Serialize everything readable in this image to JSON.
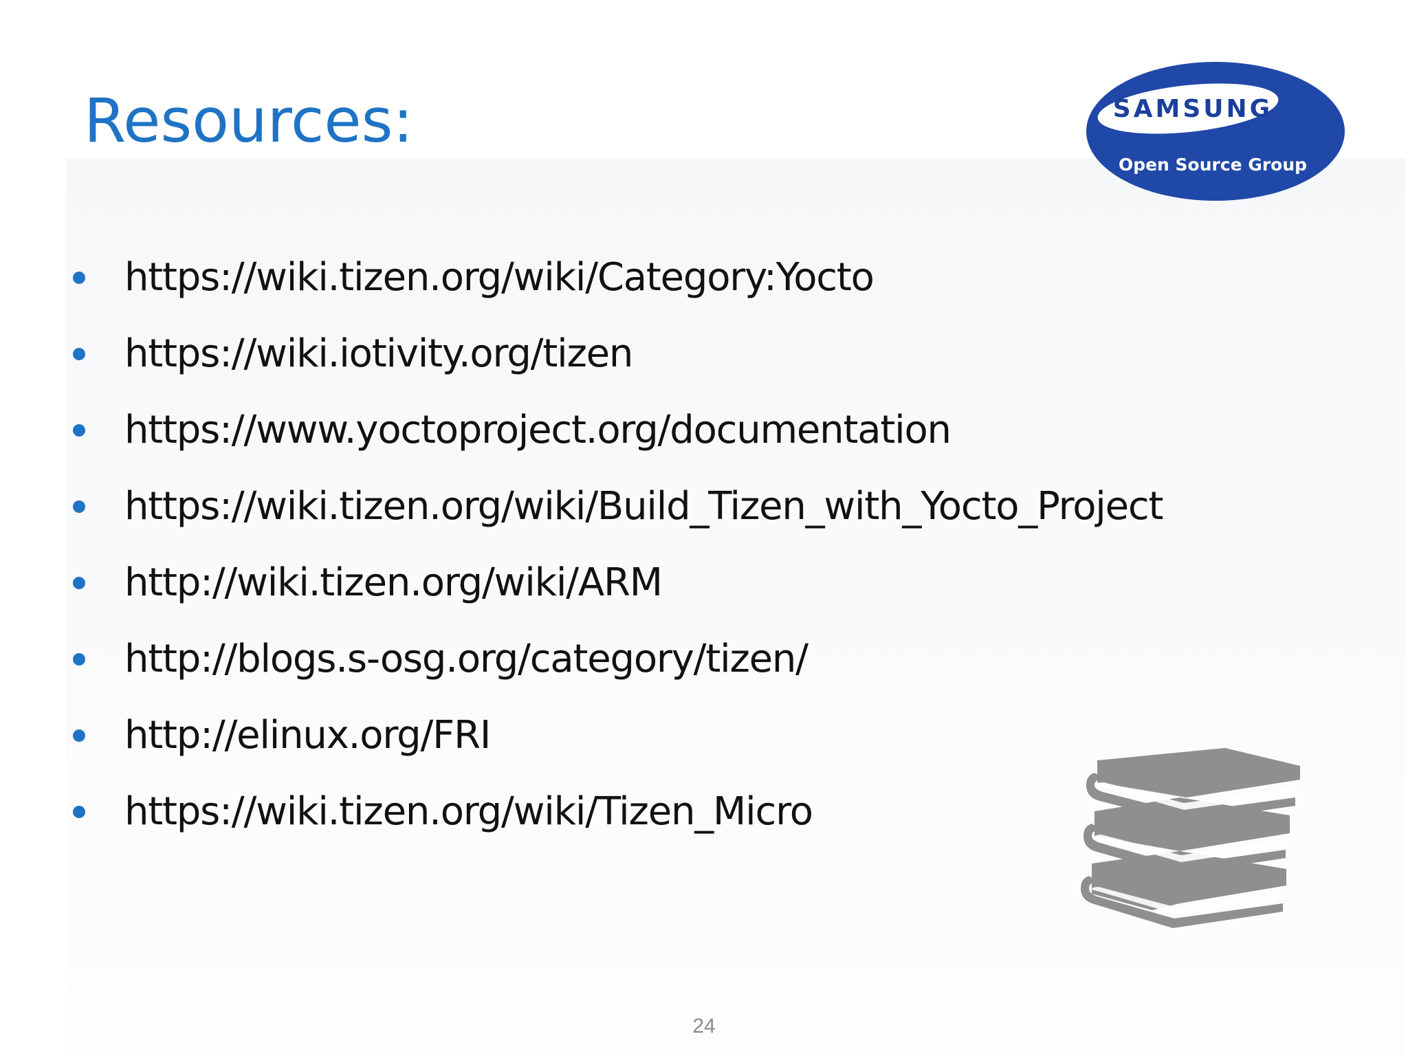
{
  "slide": {
    "title": "Resources:",
    "page_number": "24"
  },
  "logo": {
    "brand": "SAMSUNG",
    "tagline": "Open Source Group",
    "colors": {
      "oval": "#2048a8",
      "text": "#ffffff",
      "brand_text": "#1c3f9c"
    }
  },
  "resources": {
    "items": [
      {
        "text": "https://wiki.tizen.org/wiki/Category:Yocto"
      },
      {
        "text": "https://wiki.iotivity.org/tizen"
      },
      {
        "text": "https://www.yoctoproject.org/documentation"
      },
      {
        "text": "https://wiki.tizen.org/wiki/Build_Tizen_with_Yocto_Project"
      },
      {
        "text": "http://wiki.tizen.org/wiki/ARM"
      },
      {
        "text": "http://blogs.s-osg.org/category/tizen/"
      },
      {
        "text": "http://elinux.org/FRI"
      },
      {
        "text": "https://wiki.tizen.org/wiki/Tizen_Micro"
      }
    ]
  },
  "illustration": {
    "icon": "books-icon",
    "color": "#8f8f8f"
  },
  "theme": {
    "accent": "#1f73c4",
    "text": "#111111"
  }
}
